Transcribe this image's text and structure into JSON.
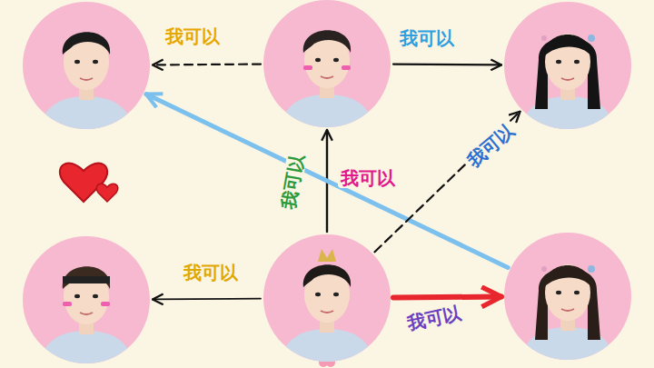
{
  "diagram": {
    "nodes": [
      {
        "text": []
      },
      {
        "text": []
      },
      {
        "text": []
      },
      {
        "text": []
      },
      {
        "text": []
      },
      {
        "text": []
      }
    ],
    "edges": [
      {
        "from": 1,
        "to": 0,
        "arrow": "to",
        "label": "我可以"
      },
      {
        "from": 1,
        "to": 2,
        "arrow": "to",
        "label": "我可以"
      },
      {
        "from": 4,
        "to": 1,
        "arrow": "to",
        "label": "我可以"
      },
      {
        "from": 5,
        "to": 0,
        "arrow": "to",
        "label": "我可以"
      },
      {
        "from": 4,
        "to": 2,
        "arrow": "to",
        "label": "我可以"
      },
      {
        "from": 4,
        "to": 5,
        "arrow": "to",
        "label": "我可以"
      },
      {
        "from": 4,
        "to": 3,
        "arrow": "to",
        "label": "我可以"
      }
    ]
  }
}
